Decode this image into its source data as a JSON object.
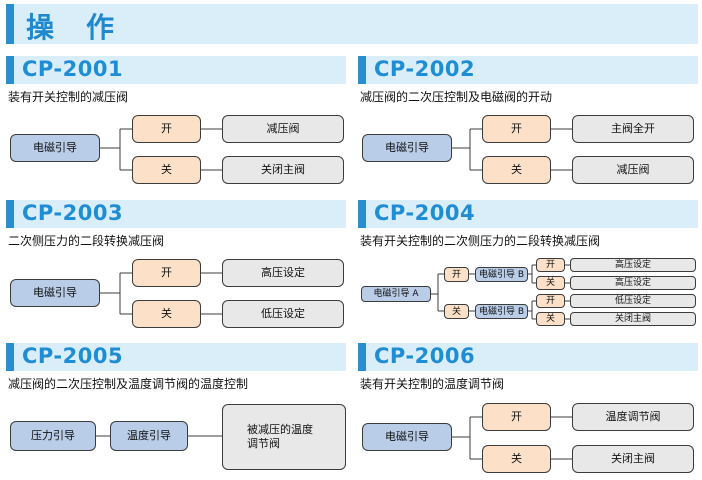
{
  "page_title": "操　作",
  "sections": [
    {
      "code": "CP-2001",
      "description": "装有开关控制的减压阀",
      "pilot": "电磁引导",
      "on": "开",
      "off": "关",
      "on_result": "减压阀",
      "off_result": "关闭主阀"
    },
    {
      "code": "CP-2002",
      "description": "减压阀的二次压控制及电磁阀的开动",
      "pilot": "电磁引导",
      "on": "开",
      "off": "关",
      "on_result": "主阀全开",
      "off_result": "减压阀"
    },
    {
      "code": "CP-2003",
      "description": "二次侧压力的二段转换减压阀",
      "pilot": "电磁引导",
      "on": "开",
      "off": "关",
      "on_result": "高压设定",
      "off_result": "低压设定"
    },
    {
      "code": "CP-2004",
      "description": "装有开关控制的二次侧压力的二段转换减压阀",
      "pilot_a": "电磁引导 A",
      "upper_state": "开",
      "lower_state": "关",
      "pilot_b_upper": "电磁引导 B",
      "pilot_b_lower": "电磁引导 B",
      "r1_state": "开",
      "r1_result": "高压设定",
      "r2_state": "关",
      "r2_result": "高压设定",
      "r3_state": "开",
      "r3_result": "低压设定",
      "r4_state": "关",
      "r4_result": "关闭主阀"
    },
    {
      "code": "CP-2005",
      "description": "减压阀的二次压控制及温度调节阀的温度控制",
      "pilot1": "压力引导",
      "pilot2": "温度引导",
      "result": "被减压的温度\n调节阀"
    },
    {
      "code": "CP-2006",
      "description": "装有开关控制的温度调节阀",
      "pilot": "电磁引导",
      "on": "开",
      "off": "关",
      "on_result": "温度调节阀",
      "off_result": "关闭主阀"
    }
  ]
}
